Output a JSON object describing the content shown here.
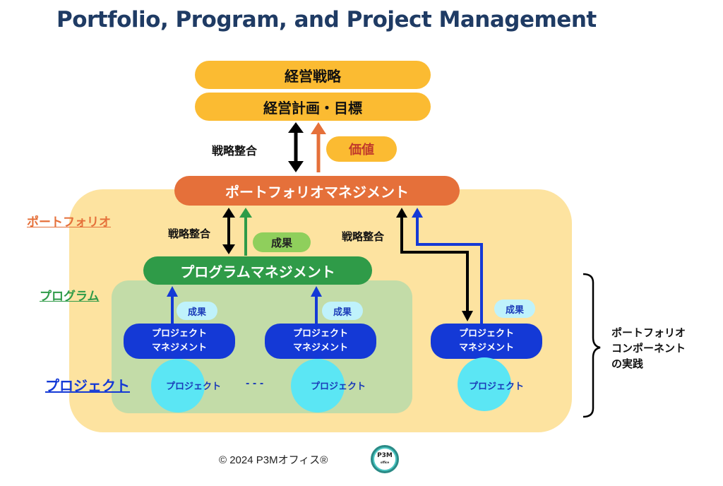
{
  "title": "Portfolio, Program, and Project Management",
  "top": {
    "strategy": "経営戦略",
    "plan": "経営計画・目標"
  },
  "alignment_label": "戦略整合",
  "value_label": "価値",
  "portfolio_management": "ポートフォリオマネジメント",
  "program_management": "プログラムマネジメント",
  "outcome_label": "成果",
  "project_management_line1": "プロジェクト",
  "project_management_line2": "マネジメント",
  "project_label": "プロジェクト",
  "ellipsis": "- - -",
  "side_labels": {
    "portfolio": "ポートフォリオ",
    "program": "プログラム",
    "project": "プロジェクト"
  },
  "practice_label": "ポートフォリオ\nコンポーネント\nの実践",
  "copyright": "© 2024 P3Mオフィス®",
  "logo": {
    "main": "P3M",
    "sub": "office"
  },
  "colors": {
    "title": "#1f3b64",
    "strategy": "#fbbb32",
    "portfolio": "#e5703a",
    "program": "#2f9b48",
    "project": "#1439d6",
    "portfolio_area": "#fde3a0",
    "program_area": "#c3dca8",
    "project_circle": "#5be6f4"
  }
}
